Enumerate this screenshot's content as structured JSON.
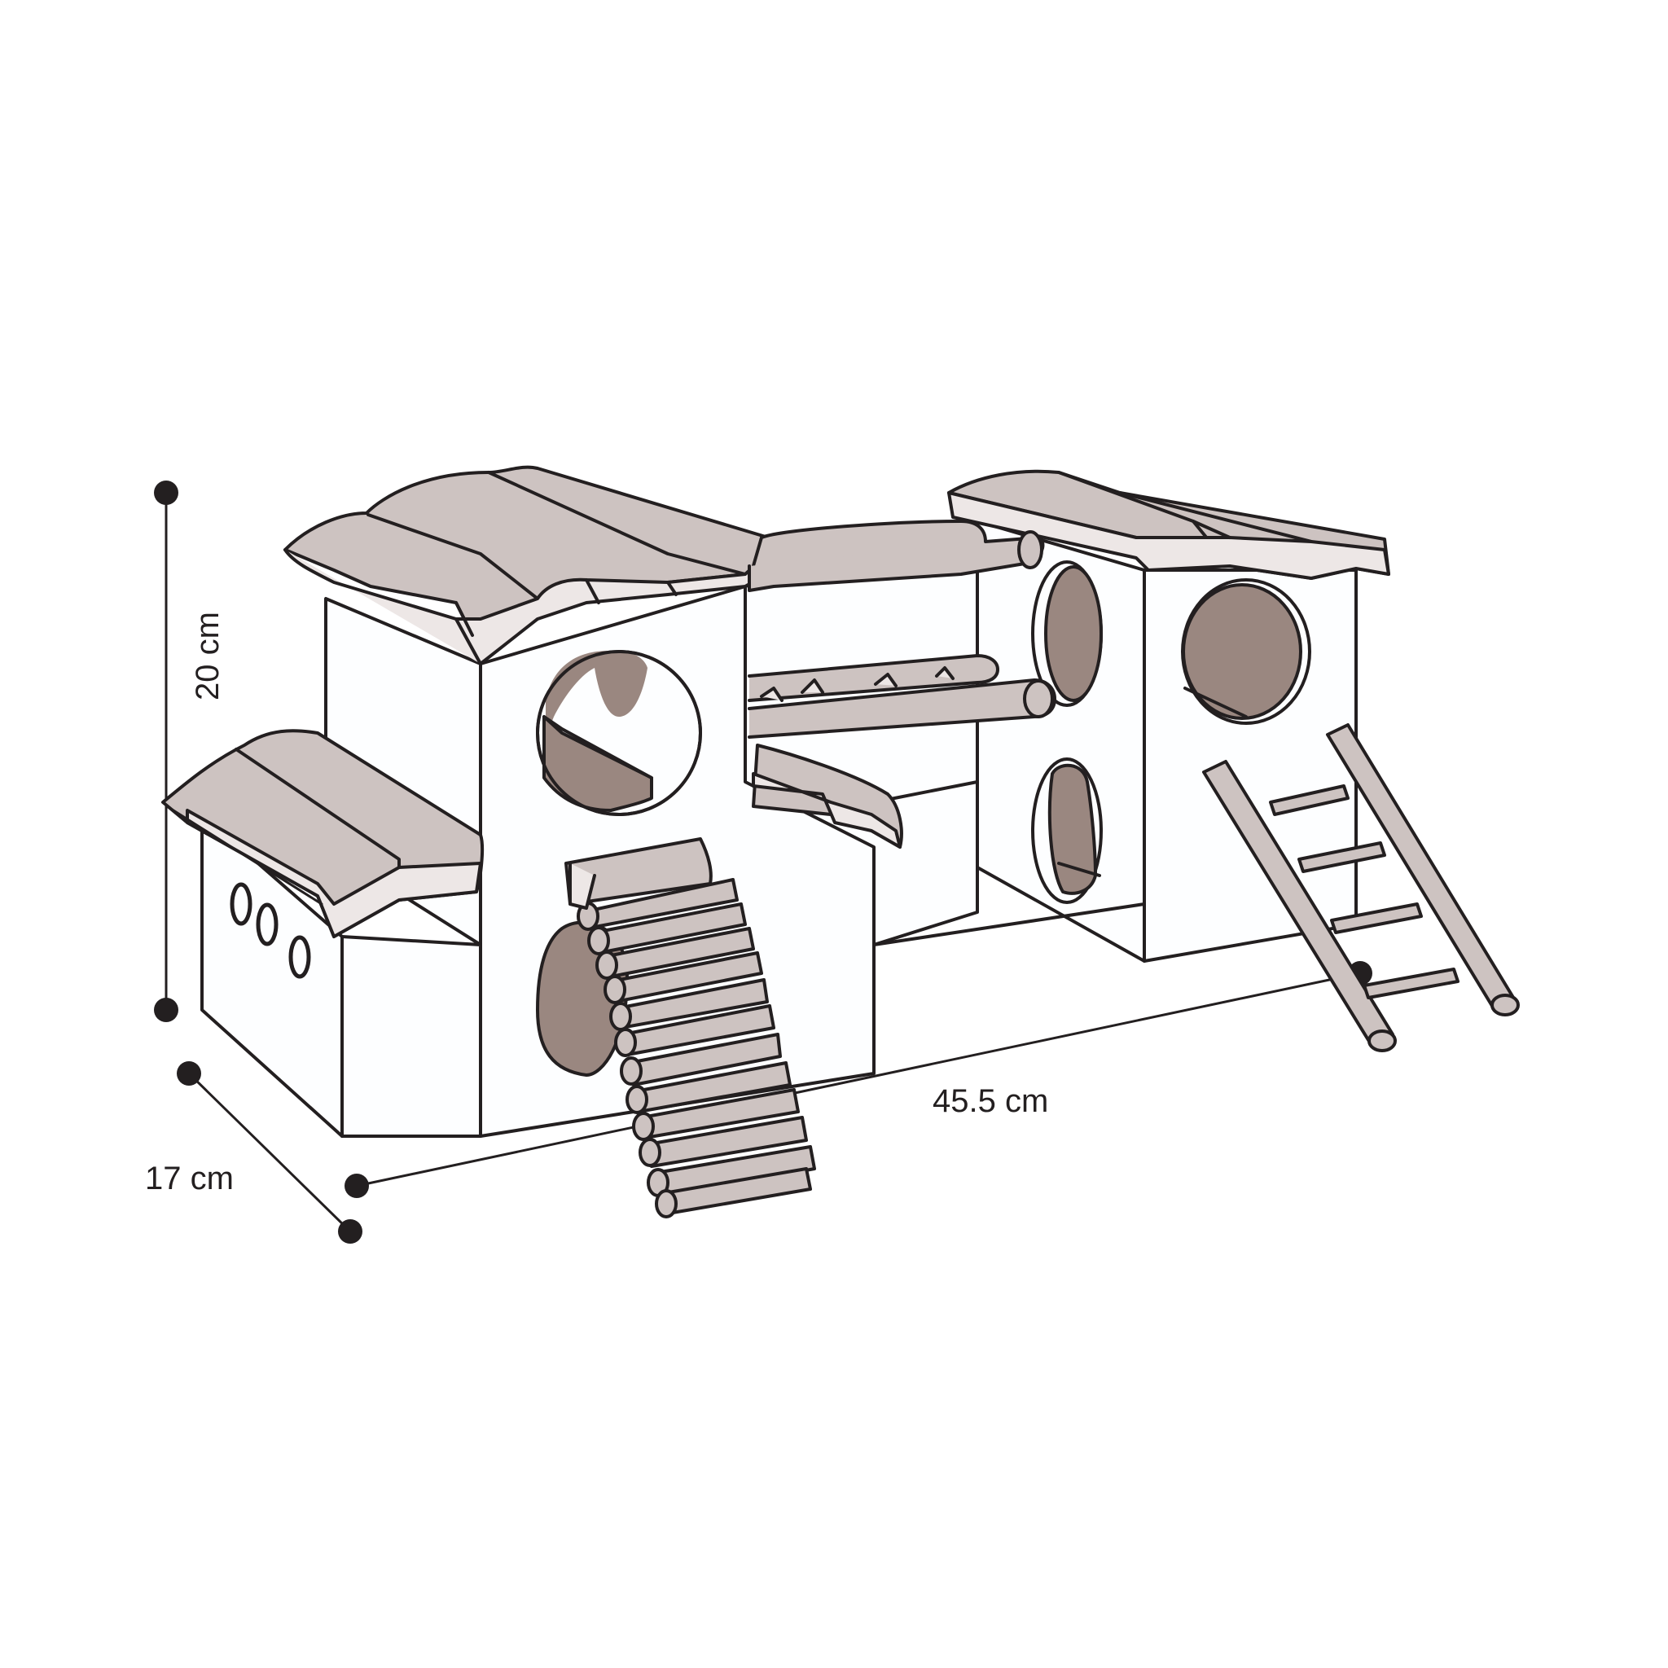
{
  "dimensions": {
    "height": "20 cm",
    "depth": "17 cm",
    "width": "45.5 cm"
  },
  "colors": {
    "outline": "#231f20",
    "roof_light": "#ede7e6",
    "roof_dark": "#cdc3c1",
    "hole_interior": "#9a8780",
    "hole_interior_light": "#c2b4af",
    "wall": "#fdfeff"
  }
}
